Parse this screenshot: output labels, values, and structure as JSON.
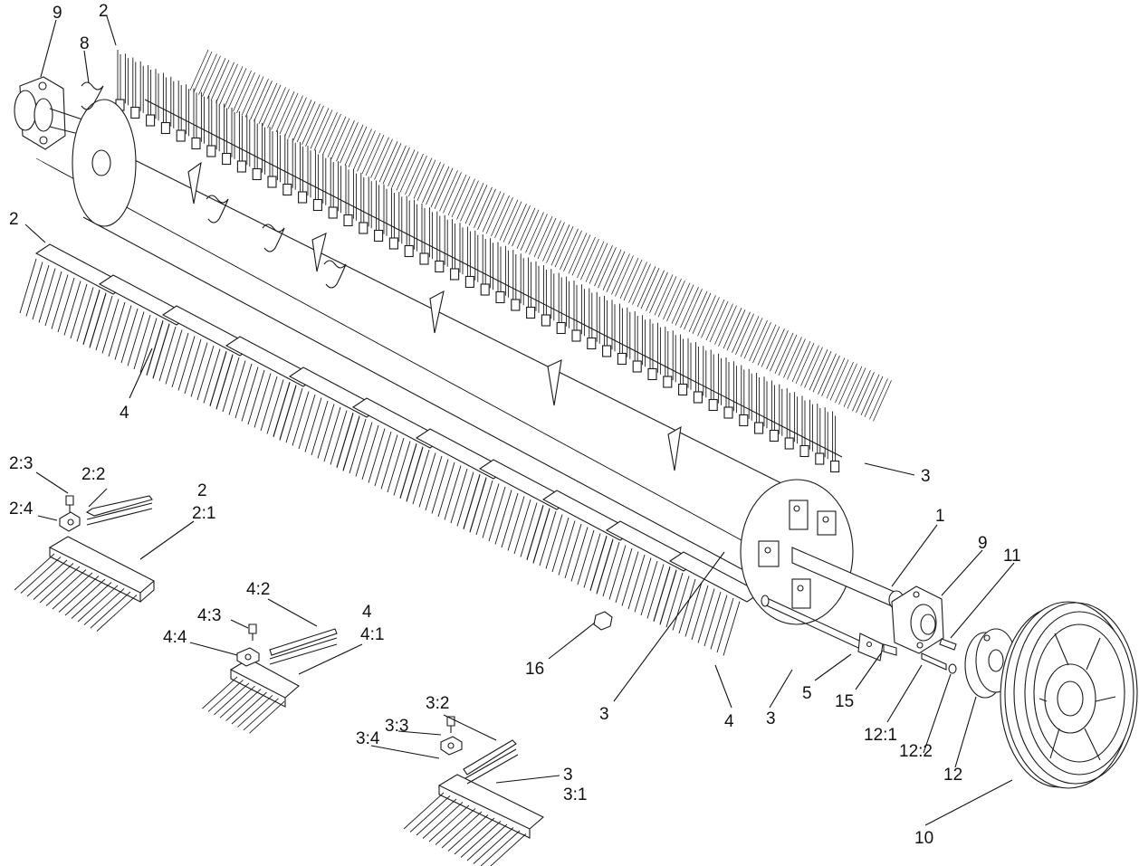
{
  "callouts": {
    "top_9": "9",
    "top_2": "2",
    "top_8": "8",
    "left_2": "2",
    "left_4": "4",
    "right_3": "3",
    "hub_1": "1",
    "hub_9": "9",
    "hub_11": "11",
    "bottom_16": "16",
    "bottom_3a": "3",
    "bottom_4": "4",
    "bottom_3b": "3",
    "bottom_5": "5",
    "bottom_15": "15",
    "bottom_12_1": "12:1",
    "bottom_12_2": "12:2",
    "bottom_12": "12",
    "bottom_10": "10",
    "det2_3": "2:3",
    "det2_2": "2:2",
    "det2_4": "2:4",
    "det2_main": "2",
    "det2_1": "2:1",
    "det4_2": "4:2",
    "det4_3": "4:3",
    "det4_4": "4:4",
    "det4_main": "4",
    "det4_1": "4:1",
    "det3_2": "3:2",
    "det3_3": "3:3",
    "det3_4": "3:4",
    "det3_main": "3",
    "det3_1": "3:1"
  },
  "colors": {
    "line": "#1a1a1a",
    "background": "#ffffff"
  }
}
